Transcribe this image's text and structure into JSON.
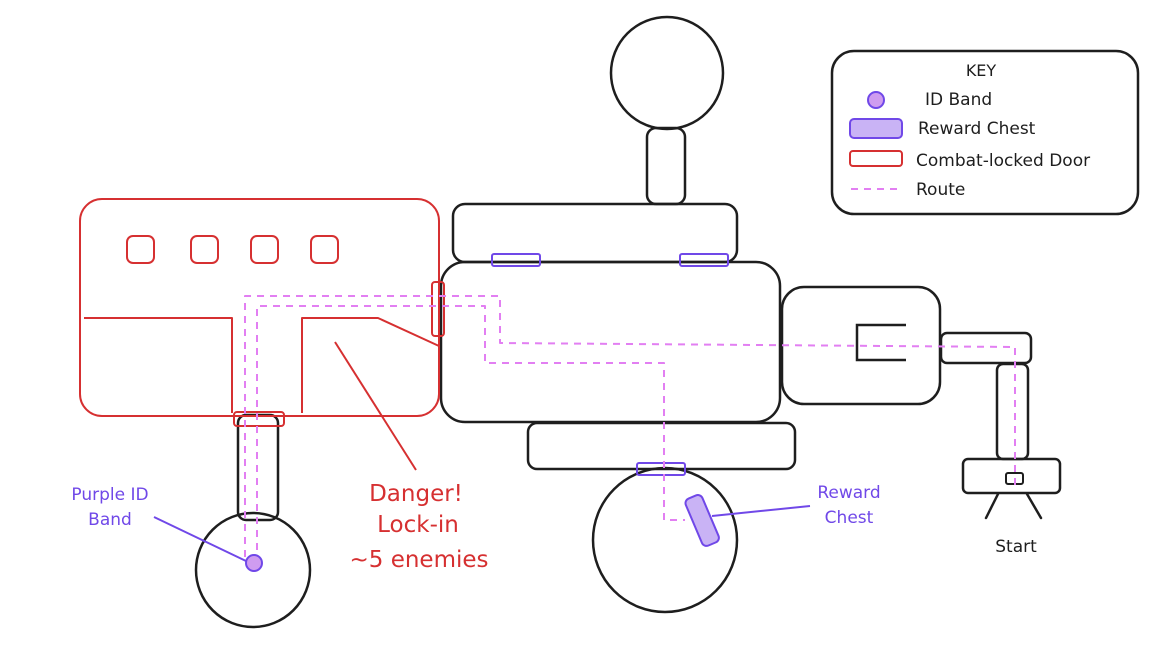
{
  "key": {
    "title": "KEY",
    "items": [
      {
        "icon": "id-band-icon",
        "label": "ID Band"
      },
      {
        "icon": "reward-chest-icon",
        "label": "Reward Chest"
      },
      {
        "icon": "combat-door-icon",
        "label": "Combat-locked Door"
      },
      {
        "icon": "route-icon",
        "label": "Route"
      }
    ]
  },
  "annotations": {
    "danger": [
      "Danger!",
      "Lock-in",
      "~5 enemies"
    ],
    "purple_id_band": [
      "Purple ID",
      "Band"
    ],
    "reward_chest": [
      "Reward",
      "Chest"
    ],
    "start": "Start"
  },
  "colors": {
    "outline": "#1e1e1e",
    "combat_red": "#d63031",
    "purple": "#7048e8",
    "purple_fill": "#c9b3f5",
    "band_fill": "#cf9cf0",
    "route": "#e27ff2"
  }
}
